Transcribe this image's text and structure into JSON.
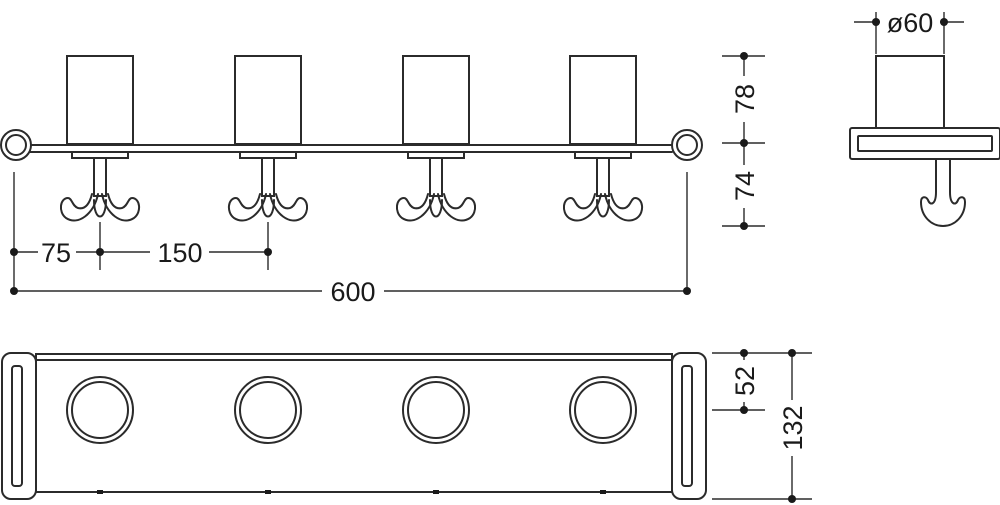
{
  "dimensions": {
    "edge_offset": "75",
    "hook_spacing": "150",
    "overall_length": "600",
    "diameter": "ø60",
    "cup_height": "78",
    "hook_drop": "74",
    "bar_depth": "52",
    "overall_depth": "132"
  },
  "colors": {
    "line": "#2b2b2b",
    "background": "#ffffff"
  }
}
